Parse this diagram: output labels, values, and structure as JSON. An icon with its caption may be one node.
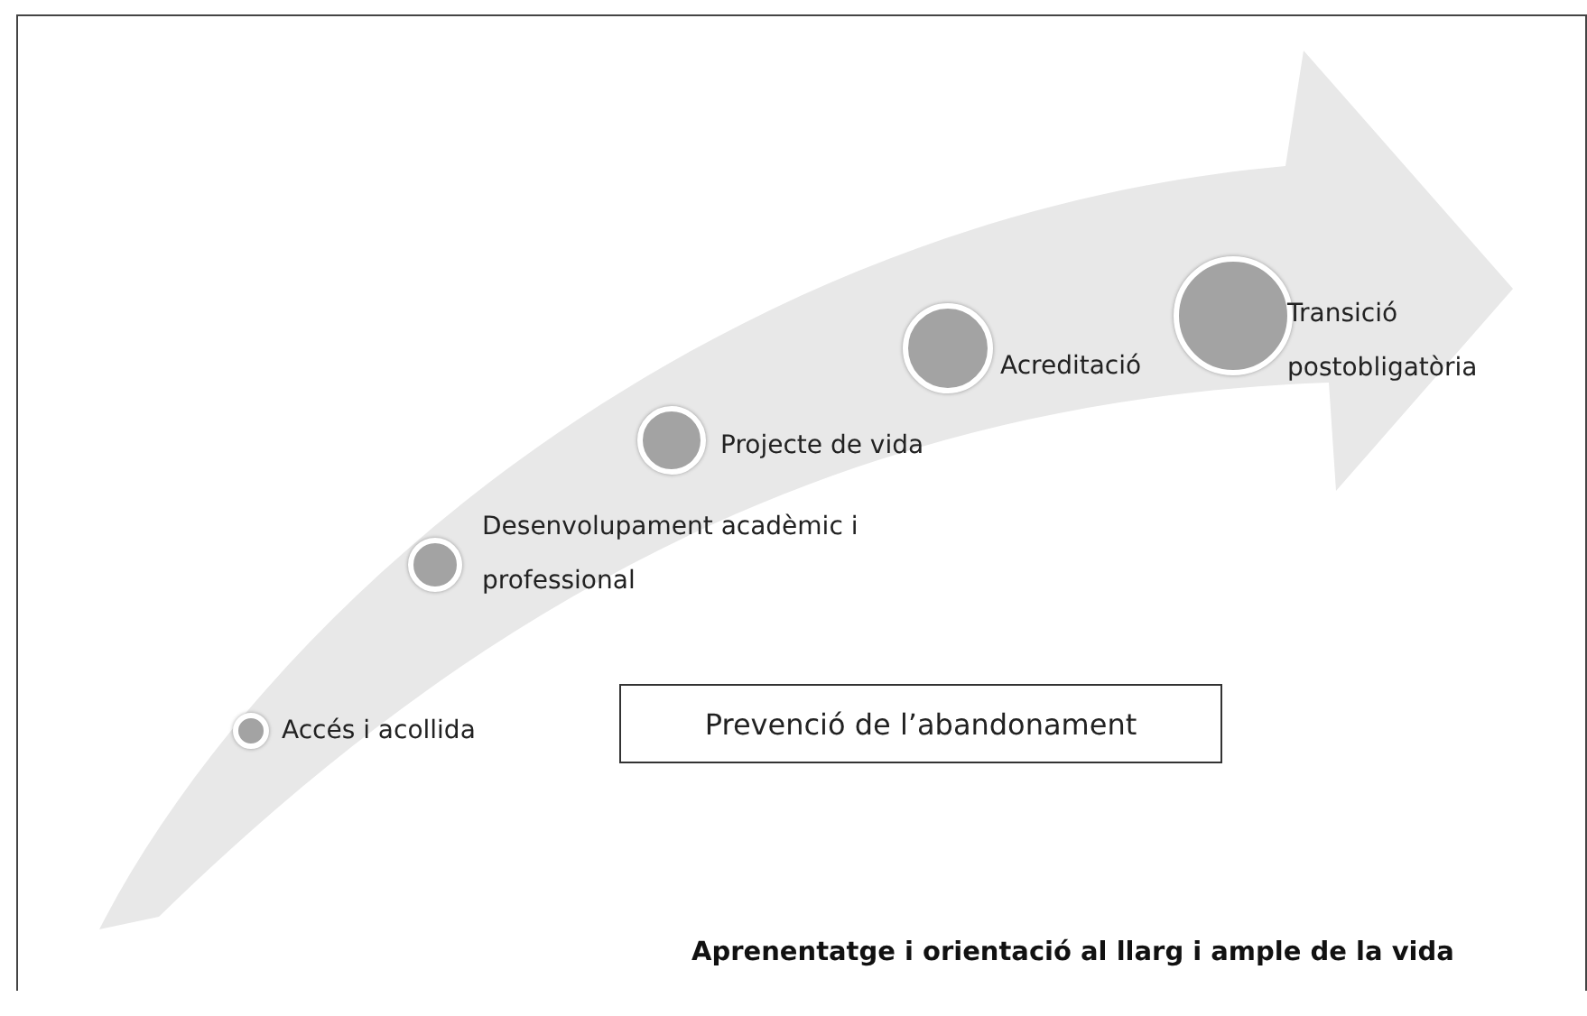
{
  "diagram": {
    "caption": "Aprenentatge i orientació al llarg i ample de la vida",
    "nodes": [
      {
        "text": [
          "Accés i acollida"
        ]
      },
      {
        "text": [
          "Desenvolupament acadèmic i professional"
        ]
      },
      {
        "text": [
          "Projecte de vida"
        ]
      },
      {
        "text": [
          "Acreditació"
        ]
      },
      {
        "text": [
          "Transició postobligatòria"
        ]
      },
      {
        "text": [
          "Prevenció de l’abandonament"
        ]
      }
    ],
    "edges": []
  }
}
